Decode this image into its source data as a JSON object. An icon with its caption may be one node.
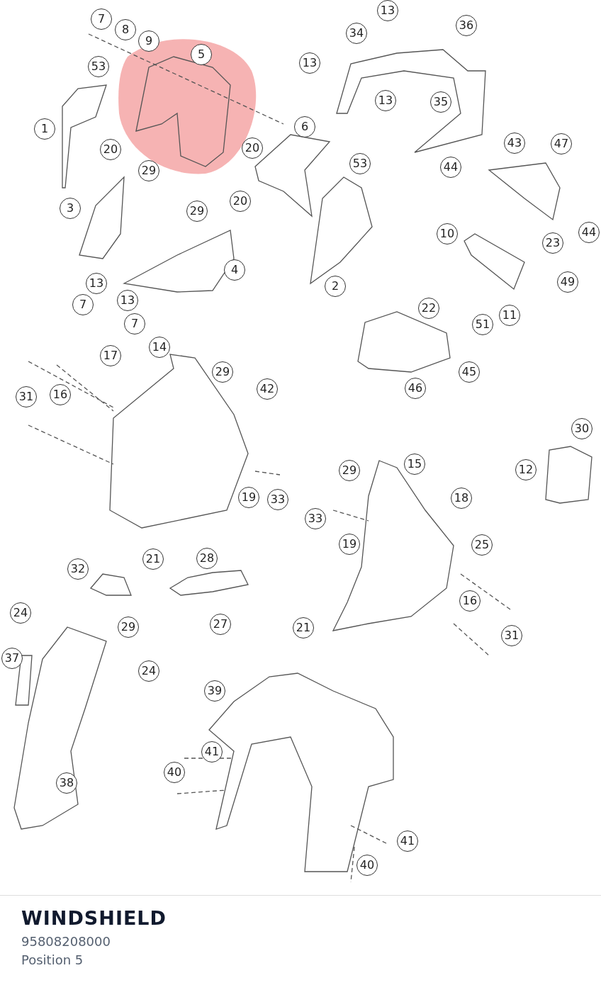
{
  "diagram": {
    "title": "WINDSHIELD",
    "labels": [
      "13",
      "7",
      "36",
      "8",
      "34",
      "9",
      "5",
      "13",
      "53",
      "13",
      "35",
      "6",
      "1",
      "43",
      "47",
      "20",
      "20",
      "53",
      "44",
      "29",
      "20",
      "3",
      "29",
      "10",
      "44",
      "23",
      "4",
      "49",
      "13",
      "2",
      "13",
      "7",
      "22",
      "11",
      "7",
      "51",
      "14",
      "17",
      "29",
      "45",
      "46",
      "42",
      "16",
      "31",
      "30",
      "15",
      "29",
      "12",
      "19",
      "18",
      "33",
      "33",
      "19",
      "25",
      "28",
      "21",
      "32",
      "16",
      "24",
      "27",
      "29",
      "21",
      "31",
      "37",
      "24",
      "39",
      "41",
      "40",
      "38",
      "41",
      "40",
      "95808208000",
      "Position 5"
    ]
  }
}
